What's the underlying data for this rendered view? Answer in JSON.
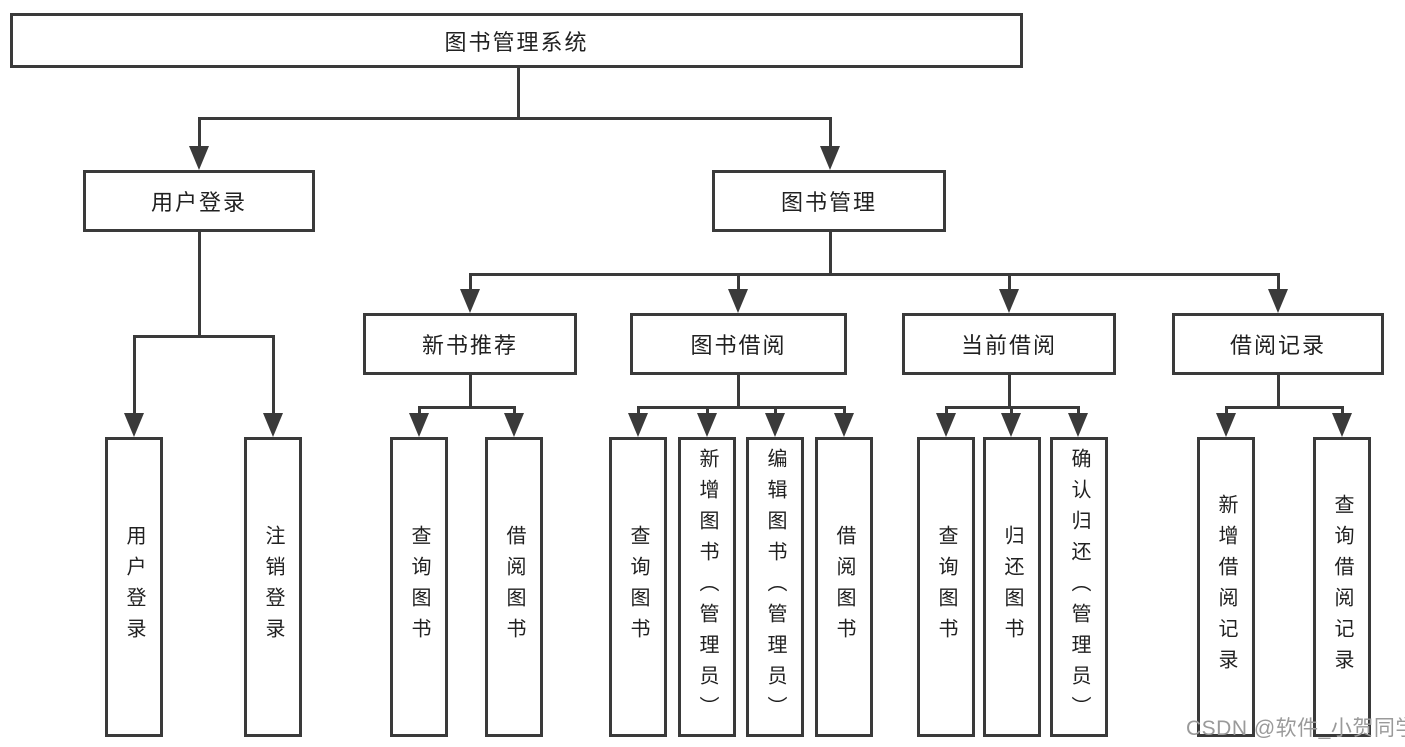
{
  "diagram": {
    "root": {
      "label": "图书管理系统"
    },
    "level2": [
      {
        "label": "用户登录"
      },
      {
        "label": "图书管理"
      }
    ],
    "level3": [
      {
        "label": "新书推荐"
      },
      {
        "label": "图书借阅"
      },
      {
        "label": "当前借阅"
      },
      {
        "label": "借阅记录"
      }
    ],
    "leaves": [
      "用户登录",
      "注销登录",
      "查询图书",
      "借阅图书",
      "查询图书",
      "新增图书（管理员）",
      "编辑图书（管理员）",
      "借阅图书",
      "查询图书",
      "归还图书",
      "确认归还（管理员）",
      "新增借阅记录",
      "查询借阅记录"
    ],
    "watermark": "CSDN @软件_小贺同学",
    "colors": {
      "line": "#3a3a3a",
      "text": "#212121",
      "watermark": "#9a9a9a",
      "background": "#ffffff"
    }
  }
}
